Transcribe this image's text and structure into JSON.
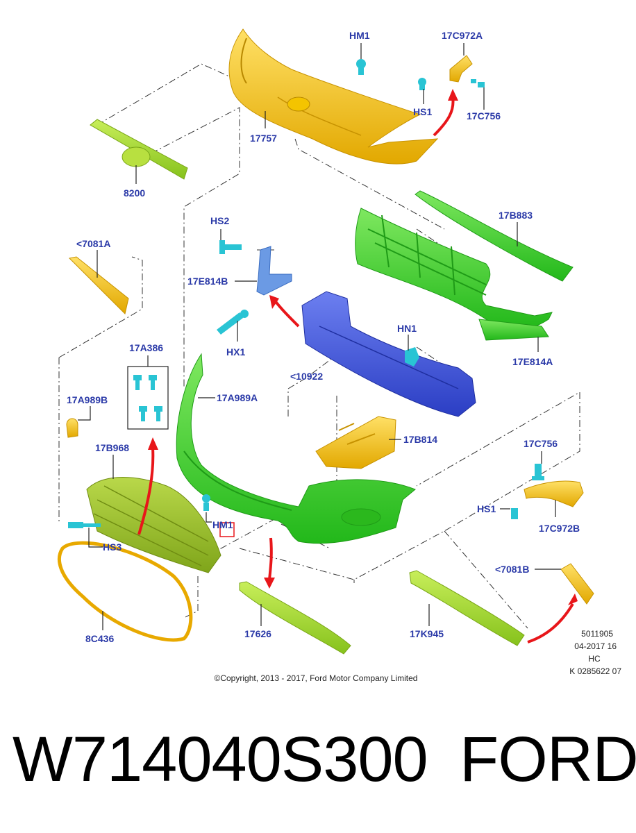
{
  "labels": {
    "hm1_top": "HM1",
    "c972a": "17C972A",
    "hs1_top": "HS1",
    "c756_top": "17C756",
    "n17757": "17757",
    "n8200": "8200",
    "b883": "17B883",
    "a7081": "<7081A",
    "hs2": "HS2",
    "e814b": "17E814B",
    "hx1": "HX1",
    "n10922": "<10922",
    "hn1": "HN1",
    "e814a": "17E814A",
    "a386": "17A386",
    "a989b": "17A989B",
    "a989a": "17A989A",
    "b814": "17B814",
    "b968": "17B968",
    "c756_right": "17C756",
    "hs1_right": "HS1",
    "c972b": "17C972B",
    "hm1_mid": "HM1",
    "hs3": "HS3",
    "b7081": "<7081B",
    "c436": "8C436",
    "n17626": "17626",
    "k945": "17K945"
  },
  "meta": {
    "line1": "5011905",
    "line2": "04-2017 16",
    "line3": "HC",
    "line4": "K 0285622 07"
  },
  "copyright": "©Copyright, 2013 - 2017, Ford Motor Company Limited",
  "footer": {
    "part_number": "W714040S300",
    "brand": "FORD"
  },
  "colors": {
    "label": "#2b3aa8",
    "yellow": "#f2c200",
    "green": "#3fcf2a",
    "lime": "#a8d82a",
    "blue": "#3b50d8",
    "lightblue": "#5d8fe0",
    "cyan": "#29c4d4",
    "arrow": "#e8161a"
  }
}
